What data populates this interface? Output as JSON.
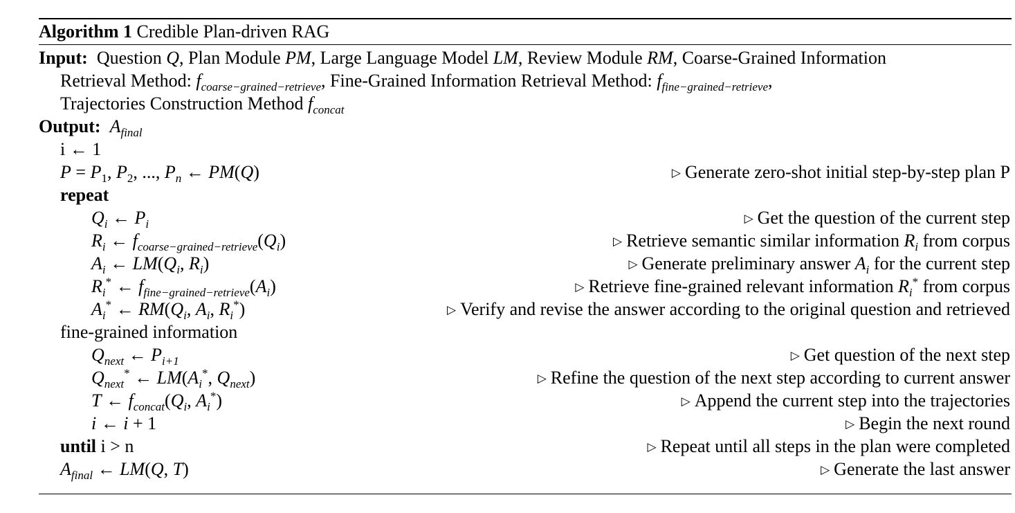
{
  "header": {
    "label": "Algorithm 1",
    "title": "Credible Plan-driven RAG"
  },
  "input": {
    "keyword": "Input:",
    "line1": "Question Q, Plan Module PM, Large Language Model LM, Review Module RM, Coarse-Grained Information",
    "line2": "Retrieval Method: f_coarse−grained−retrieve, Fine-Grained Information Retrieval Method: f_fine−grained−retrieve,",
    "line3": "Trajectories Construction Method f_concat"
  },
  "output": {
    "keyword": "Output:",
    "value": "A_final"
  },
  "steps": [
    {
      "code": "i ← 1",
      "comment": ""
    },
    {
      "code": "P = P1, P2, ..., Pn ← PM(Q)",
      "comment": "Generate zero-shot initial step-by-step plan P"
    },
    {
      "code": "repeat",
      "comment": ""
    },
    {
      "code": "Qi ← Pi",
      "comment": "Get the question of the current step"
    },
    {
      "code": "Ri ← f_coarse−grained−retrieve(Qi)",
      "comment": "Retrieve semantic similar information Ri from corpus"
    },
    {
      "code": "Ai ← LM(Qi, Ri)",
      "comment": "Generate preliminary answer Ai for the current step"
    },
    {
      "code": "Ri* ← f_fine−grained−retrieve(Ai)",
      "comment": "Retrieve fine-grained relevant information Ri* from corpus"
    },
    {
      "code": "Ai* ← RM(Qi, Ai, Ri*)",
      "comment": "Verify and revise the answer according to the original question and retrieved"
    },
    {
      "code": "fine-grained information",
      "comment": ""
    },
    {
      "code": "Qnext ← Pi+1",
      "comment": "Get question of the next step"
    },
    {
      "code": "Qnext* ← LM(Ai*, Qnext)",
      "comment": "Refine the question of the next step according to current answer"
    },
    {
      "code": "T ← f_concat(Qi, Ai*)",
      "comment": "Append the current step into the trajectories"
    },
    {
      "code": "i ← i + 1",
      "comment": "Begin the next round"
    },
    {
      "code": "until i > n",
      "comment": "Repeat until all steps in the plan were completed"
    },
    {
      "code": "A_final ← LM(Q, T)",
      "comment": "Generate the last answer"
    }
  ]
}
